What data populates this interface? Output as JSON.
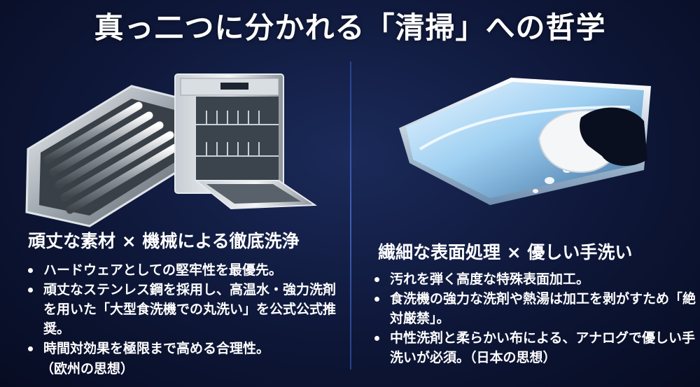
{
  "title": "真っ二つに分かれる「清掃」への哲学",
  "left": {
    "heading": "頑丈な素材 × 機械による徹底洗浄",
    "bullets": [
      "ハードウェアとしての堅牢性を最優先。",
      "頑丈なステンレス鋼を採用し、高温水・強力洗剤を用いた「大型食洗機での丸洗い」を公式公式推奨。",
      "時間対効果を極限まで高める合理性。"
    ],
    "note": "（欧州の思想）",
    "illustration_icons": [
      "stainless-grate-icon",
      "dishwasher-icon"
    ]
  },
  "right": {
    "heading": "繊細な表面処理 × 優しい手洗い",
    "bullets": [
      "汚れを弾く高度な特殊表面加工。",
      "食洗機の強力な洗剤や熱湯は加工を剥がすため「絶対厳禁」。",
      "中性洗剤と柔らかい布による、アナログで優しい手洗いが必須。（日本の思想）"
    ],
    "illustration_icons": [
      "coated-panel-icon",
      "hand-wiping-cloth-icon"
    ]
  },
  "colors": {
    "background": "#0e1738",
    "divider": "#4a6fd0",
    "text": "#ffffff"
  }
}
